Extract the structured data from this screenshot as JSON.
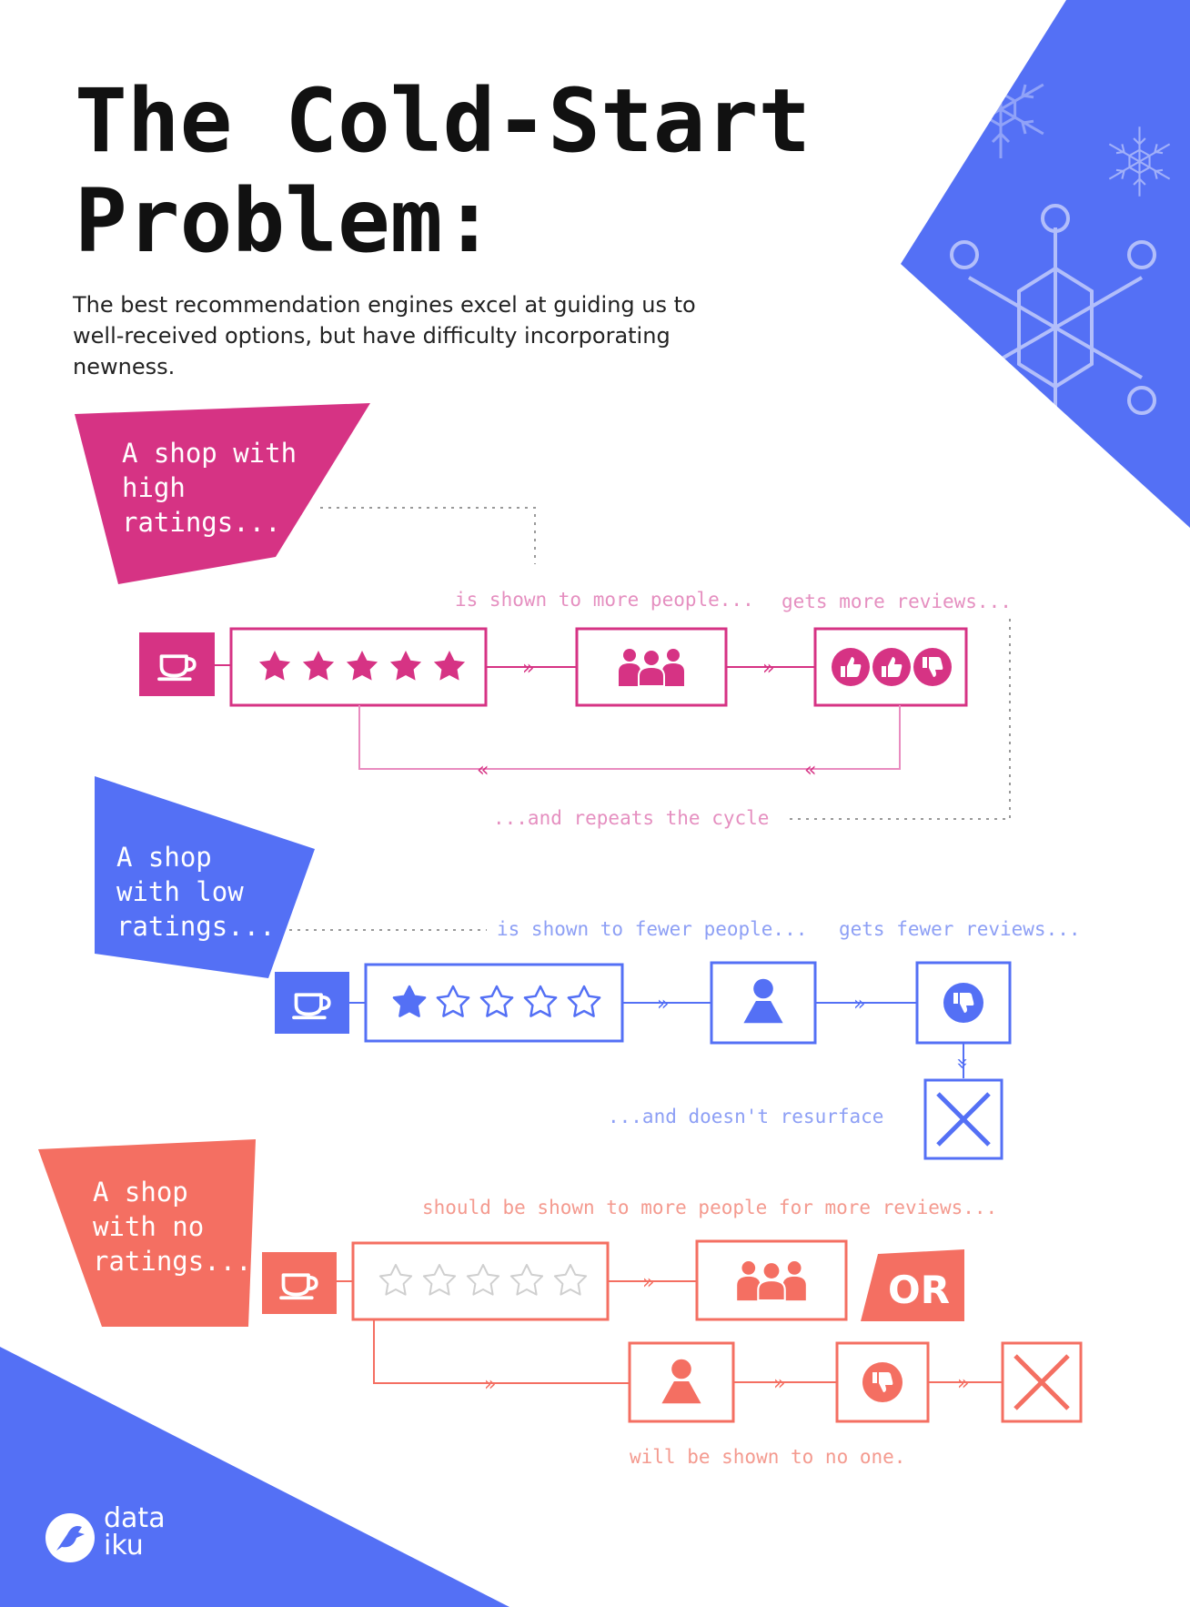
{
  "title": {
    "line1": "The Cold-Start",
    "line2": "Problem:"
  },
  "subtitle": {
    "line1": "The best recommendation engines excel at guiding us to",
    "line2": "well-received options, but have difficulty incorporating newness."
  },
  "colors": {
    "magenta": "#d63384",
    "blue": "#5470f5",
    "coral": "#f46f62",
    "pink_text": "#e58fc0",
    "blue_text": "#8d9ff5",
    "coral_text": "#f49a8f"
  },
  "high": {
    "label": [
      "A shop with",
      "high",
      "ratings..."
    ],
    "shown": "is shown to more people...",
    "reviews": "gets more reviews...",
    "repeat": "...and repeats the cycle",
    "rating": 5,
    "icons": {
      "shop": "coffee-cup-icon",
      "people": "group-icon",
      "feedback": [
        "thumbs-up-icon",
        "thumbs-up-icon",
        "thumbs-down-icon"
      ]
    }
  },
  "low": {
    "label": [
      "A shop",
      "with low",
      "ratings..."
    ],
    "shown": "is shown to fewer people...",
    "reviews": "gets fewer reviews...",
    "end": "...and doesn't resurface",
    "rating": 1,
    "icons": {
      "shop": "coffee-cup-icon",
      "people": "person-icon",
      "feedback": [
        "thumbs-down-icon"
      ],
      "result": "x-icon"
    }
  },
  "none": {
    "label": [
      "A shop",
      "with no",
      "ratings..."
    ],
    "should": "should be shown to more people for more reviews...",
    "or": "OR",
    "noone": "will be shown to no one.",
    "rating": 0,
    "icons": {
      "shop": "coffee-cup-icon",
      "people": "group-icon",
      "alt_people": "person-icon",
      "feedback": [
        "thumbs-down-icon"
      ],
      "result": "x-icon"
    }
  },
  "logo": {
    "line1": "data",
    "line2": "iku",
    "icon": "bird-icon"
  }
}
